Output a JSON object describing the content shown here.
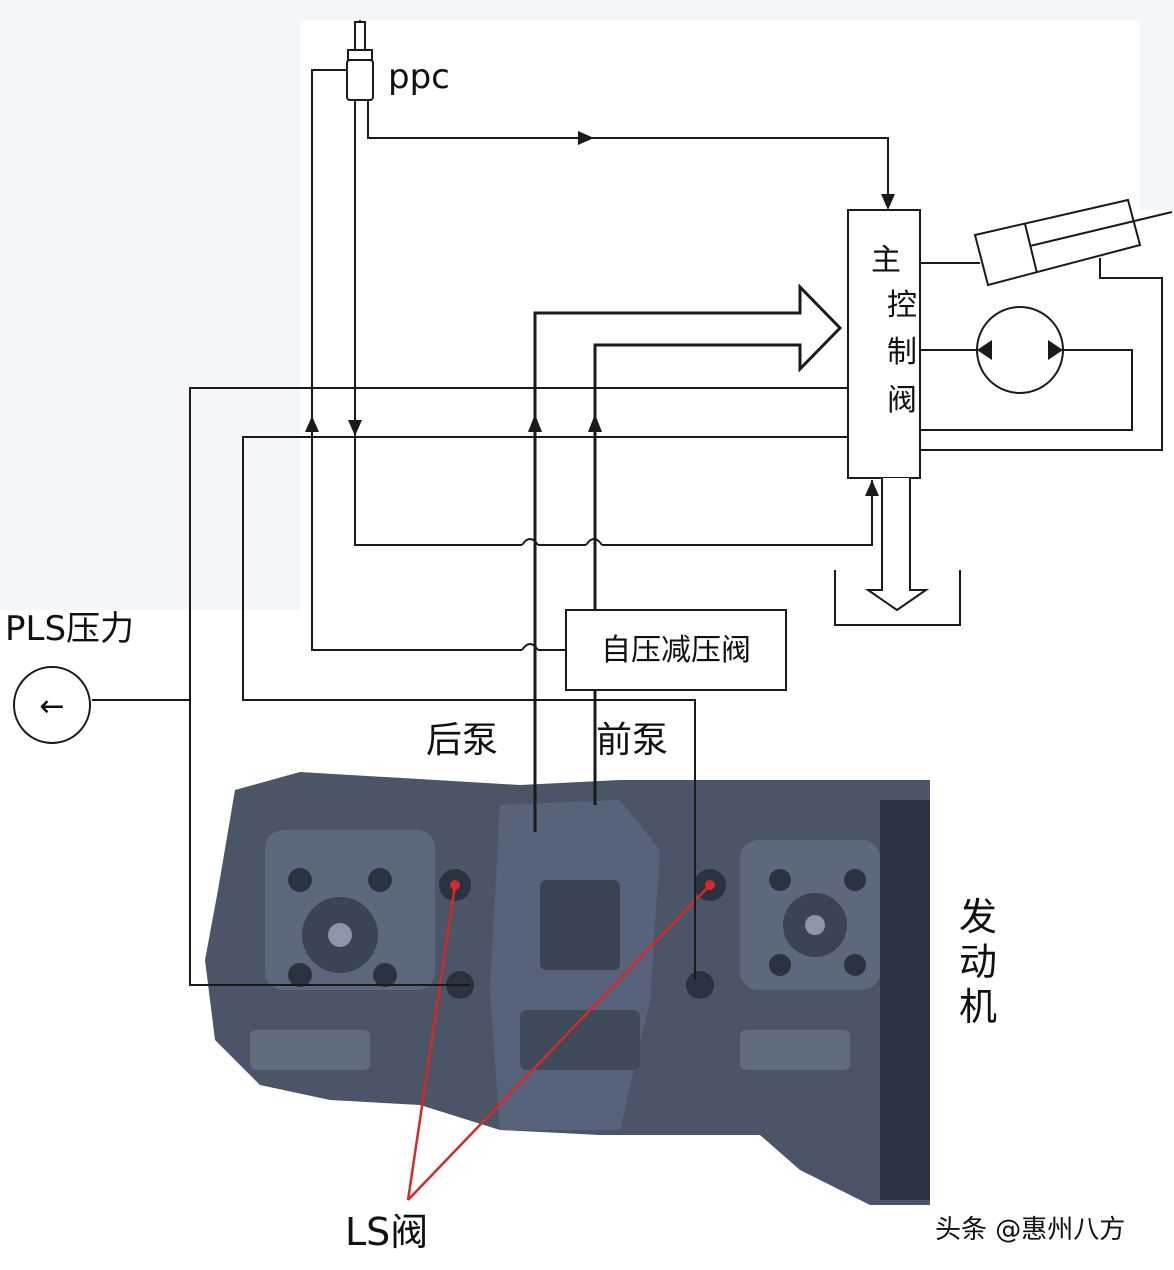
{
  "labels": {
    "ppc": "ppc",
    "main_valve": [
      "主",
      "控",
      "制",
      "阀"
    ],
    "pls_pressure": "PLS压力",
    "pls_gauge_symbol": "←",
    "self_reducing_valve": "自压减压阀",
    "rear_pump": "后泵",
    "front_pump": "前泵",
    "engine": [
      "发",
      "动",
      "机"
    ],
    "ls_valve": "LS阀",
    "watermark": "头条 @惠州八方"
  },
  "colors": {
    "line": "#1a1a1a",
    "pump_body": "#4a5667",
    "pump_dark": "#2b3340",
    "pump_light": "#6f7d90",
    "pointer_red": "#d42a2a",
    "faint_bg": "#f3f6fb"
  }
}
